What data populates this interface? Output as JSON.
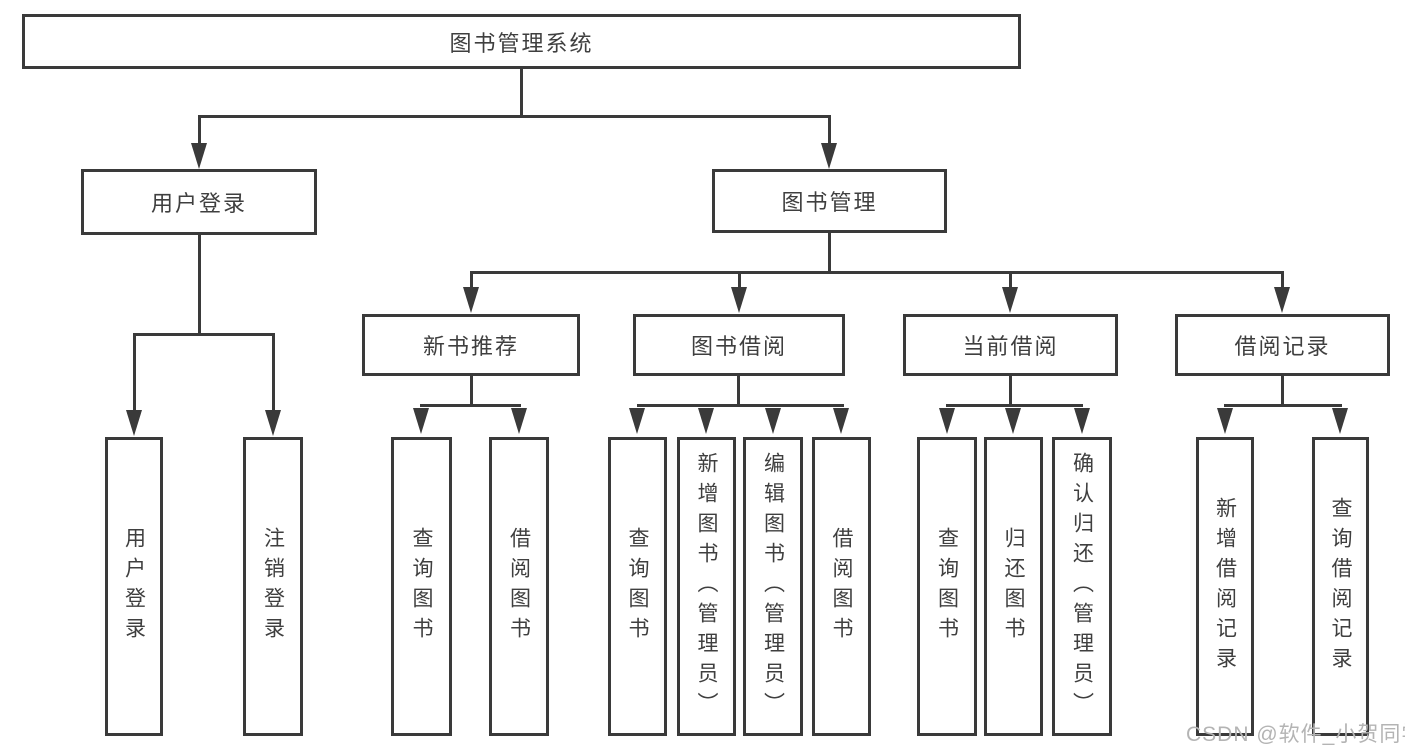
{
  "colors": {
    "line": "#3a3a3a",
    "text": "#3f3f3f",
    "box_fill": "#ffffff",
    "watermark": "#b4b4b4",
    "background": "#ffffff"
  },
  "diagram": {
    "nodes": {
      "root": "图书管理系统",
      "user_login": "用户登录",
      "book_management": "图书管理",
      "new_book_recommend": "新书推荐",
      "book_borrowing": "图书借阅",
      "current_borrowing": "当前借阅",
      "borrowing_records": "借阅记录",
      "login": "用户登录",
      "logout": "注销登录",
      "nbr_query_books": "查询图书",
      "nbr_borrow_books": "借阅图书",
      "bb_query_books": "查询图书",
      "bb_add_books": "新增图书（管理员）",
      "bb_edit_books": "编辑图书（管理员）",
      "bb_borrow_books": "借阅图书",
      "cb_query_books": "查询图书",
      "cb_return_books": "归还图书",
      "cb_confirm_return": "确认归还（管理员）",
      "br_add_record": "新增借阅记录",
      "br_query_record": "查询借阅记录"
    }
  },
  "watermark": {
    "text": "CSDN @软件_小贺同学"
  }
}
